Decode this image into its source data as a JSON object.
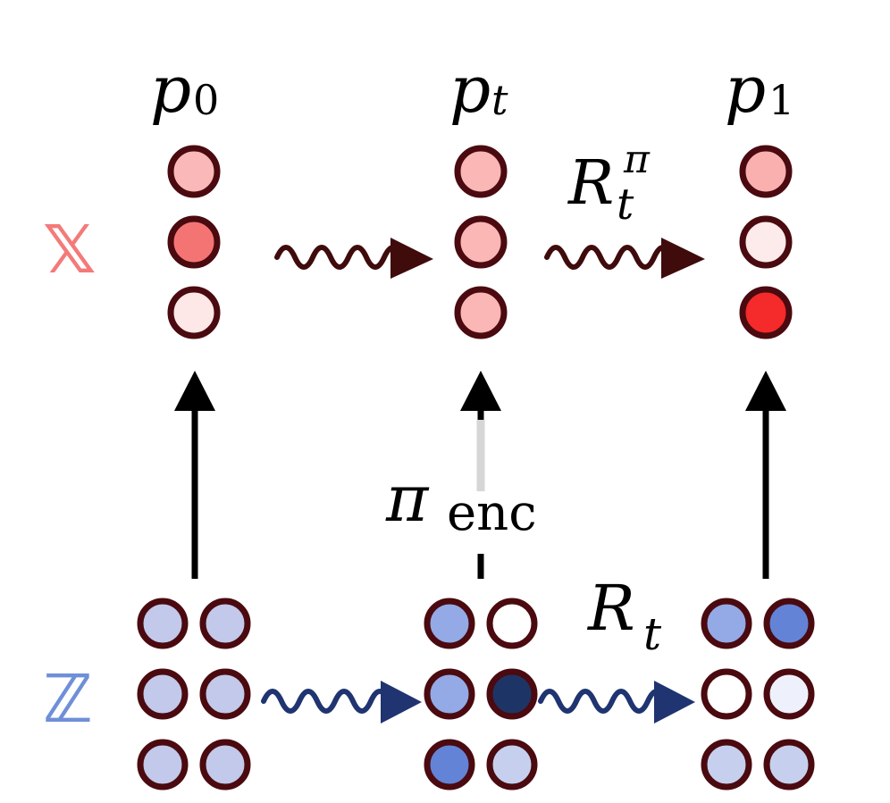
{
  "spaces": {
    "x": {
      "label": "𝕏",
      "color": "#f47a7a"
    },
    "z": {
      "label": "ℤ",
      "color": "#6f8fd8"
    }
  },
  "distributions": {
    "p0": {
      "symbol": "p",
      "sub": "0"
    },
    "pt": {
      "symbol": "p",
      "sub": "t"
    },
    "p1": {
      "symbol": "p",
      "sub": "1"
    }
  },
  "processes": {
    "r_pi": {
      "symbol": "R",
      "sub": "t",
      "sup": "π"
    },
    "r": {
      "symbol": "R",
      "sub": "t"
    }
  },
  "encoder": {
    "symbol": "π",
    "sub": "enc"
  },
  "colors": {
    "node_outline": "#4a0a0f",
    "x_arrow": "#3f0b0b",
    "z_arrow": "#1f3470",
    "encoder_arrow": "#000000",
    "x_nodes": {
      "p0": [
        "#fbb8b8",
        "#f47474",
        "#fde7e7"
      ],
      "pt": [
        "#fbb6b6",
        "#fbb6b6",
        "#fbb6b6"
      ],
      "p1": [
        "#fbb0b0",
        "#fdeaea",
        "#f52a2a"
      ]
    },
    "z_nodes": {
      "p0": [
        [
          "#c2c9ea",
          "#c2c9ea"
        ],
        [
          "#c2c9ea",
          "#c2c9ea"
        ],
        [
          "#c2c9ea",
          "#c2c9ea"
        ]
      ],
      "pt": [
        [
          "#93aae6",
          "#ffffff"
        ],
        [
          "#93aae6",
          "#1d3566"
        ],
        [
          "#6383d6",
          "#c6d0ee"
        ]
      ],
      "p1": [
        [
          "#93aae6",
          "#6383d6"
        ],
        [
          "#ffffff",
          "#eef1fb"
        ],
        [
          "#c6d0ee",
          "#c6d0ee"
        ]
      ]
    }
  }
}
